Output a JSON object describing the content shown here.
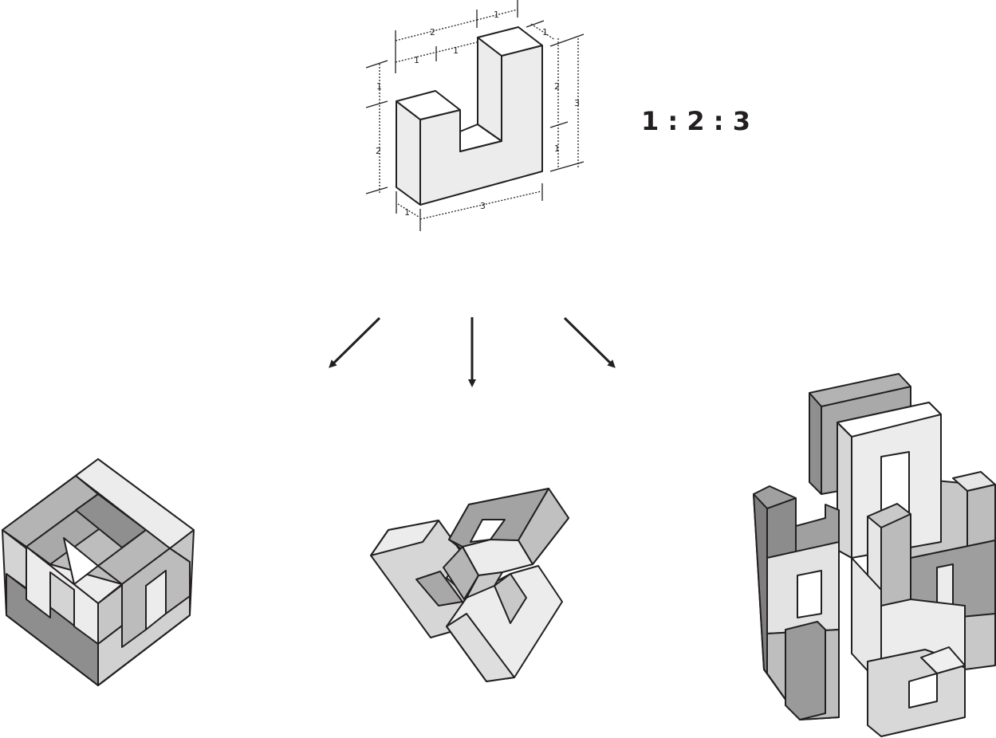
{
  "ratio": "1 : 2 : 3",
  "dimensions": {
    "top_overall": "2",
    "top_right": "1",
    "top_left_a": "1",
    "top_left_b": "1",
    "right_top_small": "1",
    "right_upper": "2",
    "right_lower": "1",
    "right_overall": "3",
    "left_upper": "1",
    "left_lower": "2",
    "bottom_depth": "1",
    "bottom_length": "3"
  },
  "colors": {
    "outline": "#231f20",
    "light": "#eeeeee",
    "mid": "#cfcfcf",
    "dark": "#a9a9a9",
    "darker": "#8c8c8c"
  },
  "arrows": [
    "arrow-left",
    "arrow-down",
    "arrow-right"
  ],
  "assemblies": [
    "cube-assembly",
    "triangle-assembly",
    "tower-assembly"
  ]
}
